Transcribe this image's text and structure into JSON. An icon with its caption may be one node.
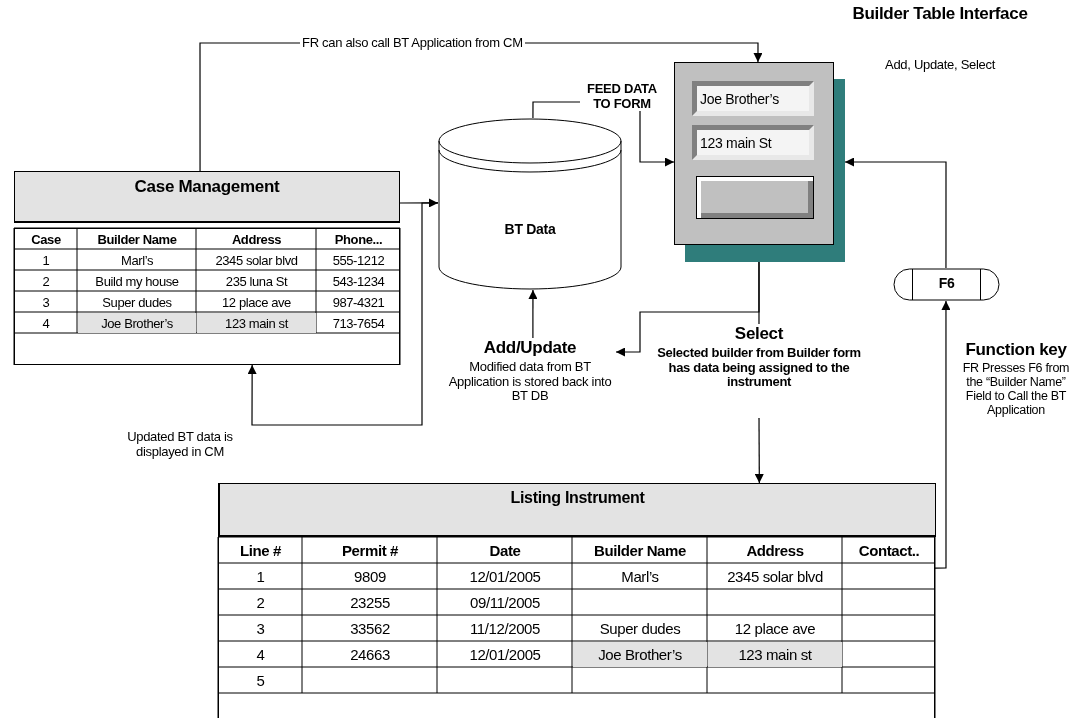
{
  "diagram": {
    "nodes": [
      {
        "text": [
          "Case Management"
        ]
      },
      {
        "text": [
          "BT Data"
        ]
      },
      {
        "text": [],
        "shape": "box",
        "beside": [
          "Builder Table Interface",
          "Add, Update, Select"
        ]
      },
      {
        "text": [
          "Joe Brother’s"
        ],
        "in": 2
      },
      {
        "text": [
          "123 main St"
        ],
        "in": 2
      },
      {
        "text": [],
        "shape": "box",
        "in": 2
      },
      {
        "text": [
          "F6"
        ]
      },
      {
        "text": [
          "Listing Instrument"
        ]
      },
      {
        "text": [
          "Add/Update",
          "Modified data from BT Application is stored back into BT DB"
        ]
      },
      {
        "text": [
          "Select",
          "Selected builder from Builder form has data being assigned to the instrument"
        ]
      }
    ],
    "edges": [
      {
        "from": 0,
        "to": 2,
        "arrow": "to",
        "label": "FR can also call BT Application from CM"
      },
      {
        "from": 0,
        "to": 1,
        "arrow": "to"
      },
      {
        "from": 1,
        "to": 0,
        "arrow": "to",
        "label": "Updated BT data is displayed in CM"
      },
      {
        "from": 1,
        "to": 2,
        "arrow": "to",
        "label": "FEED DATA TO FORM"
      },
      {
        "from": 2,
        "to": 8,
        "arrow": "to"
      },
      {
        "from": 8,
        "to": 1,
        "arrow": "to"
      },
      {
        "from": 2,
        "to": 9,
        "arrow": "none"
      },
      {
        "from": 9,
        "to": 7,
        "arrow": "to"
      },
      {
        "from": 7,
        "to": 6,
        "arrow": "to"
      },
      {
        "from": 6,
        "to": 2,
        "arrow": "to"
      }
    ],
    "labels": [
      "Case",
      "Builder Name",
      "Address",
      "Phone...",
      "1",
      "Marl’s",
      "2345 solar blvd",
      "555-1212",
      "2",
      "Build my house",
      "235 luna St",
      "543-1234",
      "3",
      "Super dudes",
      "12 place ave",
      "987-4321",
      "4",
      "Joe Brother’s",
      "123 main st",
      "713-7654",
      "Function key",
      "FR Presses F6 from the “Builder Name” Field to Call the BT Application",
      "Line #",
      "Permit #",
      "Date",
      "Builder Name",
      "Address",
      "Contact..",
      "1",
      "9809",
      "12/01/2005",
      "Marl’s",
      "2345 solar blvd",
      "2",
      "23255",
      "09/11/2005",
      "3",
      "33562",
      "11/12/2005",
      "Super dudes",
      "12 place ave",
      "4",
      "24663",
      "12/01/2005",
      "Joe Brother’s",
      "123 main st",
      "5"
    ]
  }
}
